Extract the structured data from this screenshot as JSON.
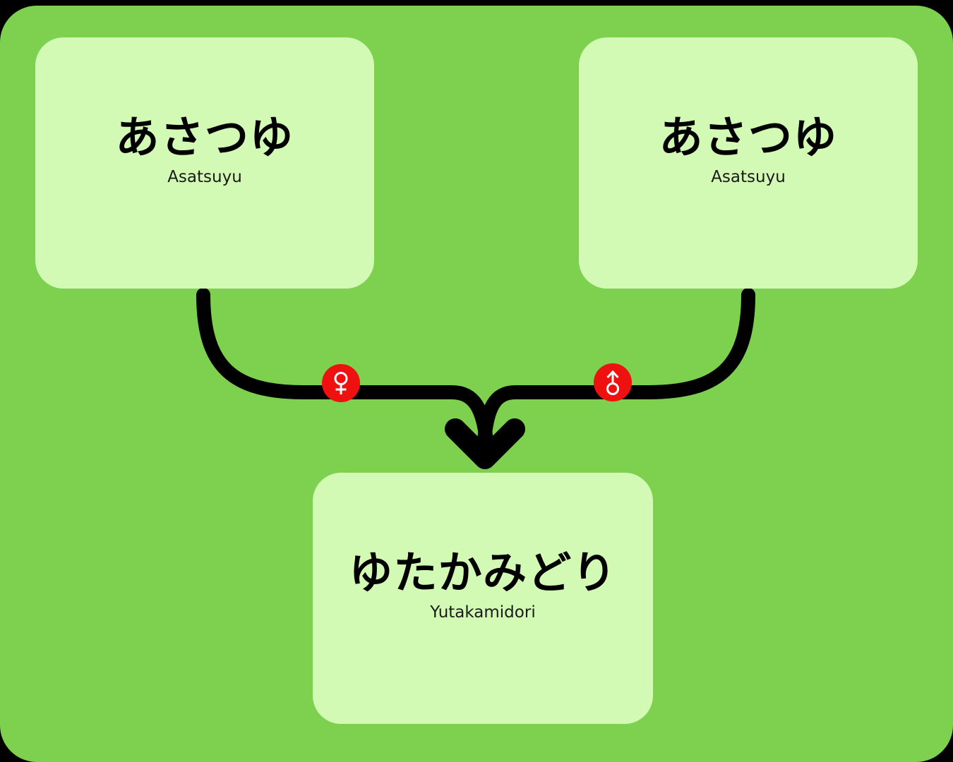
{
  "diagram": {
    "type": "pedigree",
    "title_colors": {
      "panel_background": "#7ed14e",
      "page_background": "#000000",
      "card_background": "#d3fab5",
      "edge_color": "#000000",
      "badge_background": "#ef1010",
      "badge_glyph_color": "#ffffff"
    },
    "nodes": [
      {
        "id": "parent-1",
        "role": "seed-parent",
        "name_ja": "あさつゆ",
        "name_romaji": "Asatsuyu"
      },
      {
        "id": "parent-2",
        "role": "pollen-parent",
        "name_ja": "あさつゆ",
        "name_romaji": "Asatsuyu"
      },
      {
        "id": "child",
        "role": "offspring",
        "name_ja": "ゆたかみどり",
        "name_romaji": "Yutakamidori"
      }
    ],
    "edges": [
      {
        "id": "edge-female",
        "from": "parent-1",
        "to": "child",
        "badge_icon": "female-symbol-icon",
        "badge_glyph": "♀"
      },
      {
        "id": "edge-male",
        "from": "parent-2",
        "to": "child",
        "badge_icon": "male-symbol-icon",
        "badge_glyph": "♂"
      }
    ]
  }
}
